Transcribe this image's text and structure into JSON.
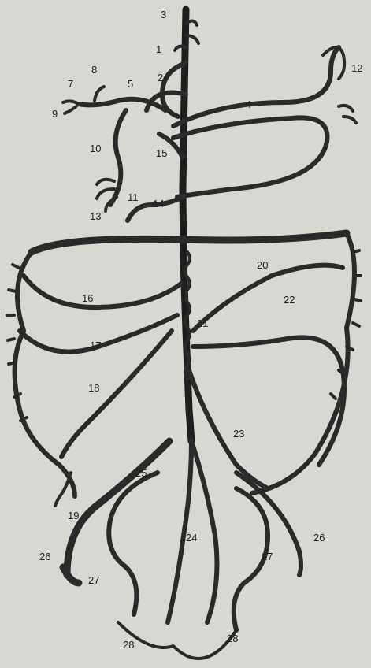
{
  "labels": [
    {
      "id": "l1",
      "text": "1"
    },
    {
      "id": "l2",
      "text": "2"
    },
    {
      "id": "l3",
      "text": "3"
    },
    {
      "id": "l4",
      "text": "4"
    },
    {
      "id": "l5",
      "text": "5"
    },
    {
      "id": "l6",
      "text": "12"
    },
    {
      "id": "l7",
      "text": "7"
    },
    {
      "id": "l8",
      "text": "8"
    },
    {
      "id": "l9",
      "text": "9"
    },
    {
      "id": "l10",
      "text": "10"
    },
    {
      "id": "l11",
      "text": "11"
    },
    {
      "id": "l13",
      "text": "13"
    },
    {
      "id": "l14",
      "text": "14"
    },
    {
      "id": "l15",
      "text": "15"
    },
    {
      "id": "l16",
      "text": "16"
    },
    {
      "id": "l17",
      "text": "17"
    },
    {
      "id": "l18",
      "text": "18"
    },
    {
      "id": "l19",
      "text": "19"
    },
    {
      "id": "l20",
      "text": "20"
    },
    {
      "id": "l21",
      "text": "21"
    },
    {
      "id": "l22",
      "text": "22"
    },
    {
      "id": "l23",
      "text": "23"
    },
    {
      "id": "l24",
      "text": "24"
    },
    {
      "id": "l25",
      "text": "25"
    },
    {
      "id": "l26a",
      "text": "26"
    },
    {
      "id": "l26b",
      "text": "26"
    },
    {
      "id": "l27a",
      "text": "27"
    },
    {
      "id": "l27b",
      "text": "27"
    },
    {
      "id": "l28a",
      "text": "28"
    },
    {
      "id": "l28b",
      "text": "28"
    }
  ],
  "colors": {
    "background": "#d9d7d2",
    "vessel": "#2a2a2a"
  }
}
